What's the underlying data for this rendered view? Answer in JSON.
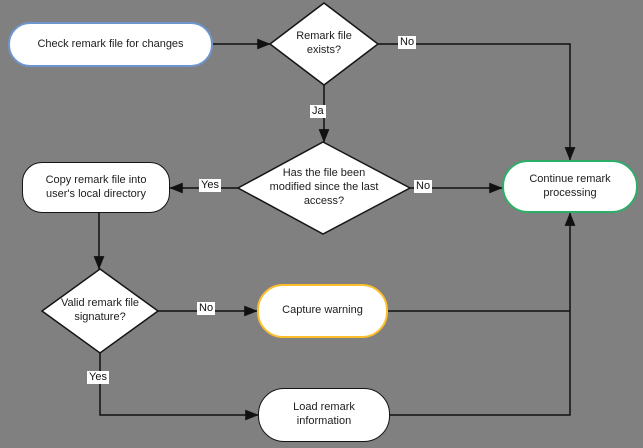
{
  "diagram": {
    "background_color": "#808080",
    "line_color": "#111111",
    "nodes": {
      "start": {
        "label": "Check remark file for changes",
        "type": "terminator",
        "border_color": "#6D96CE"
      },
      "remark_exists": {
        "label": "Remark file exists?",
        "type": "decision",
        "border_color": "#151515"
      },
      "modified_since": {
        "label": "Has the file been modified since the last access?",
        "type": "decision",
        "border_color": "#151515"
      },
      "copy_remark": {
        "label": "Copy remark file into user's local directory",
        "type": "process",
        "border_color": "#151515"
      },
      "valid_signature": {
        "label": "Valid remark file signature?",
        "type": "decision",
        "border_color": "#151515"
      },
      "capture_warning": {
        "label": "Capture warning",
        "type": "process",
        "border_color": "#FDBE2C"
      },
      "load_remark": {
        "label": "Load remark information",
        "type": "process",
        "border_color": "#151515"
      },
      "continue_processing": {
        "label": "Continue remark processing",
        "type": "terminator",
        "border_color": "#2EAD68"
      }
    },
    "edge_labels": {
      "remark_exists_no": "No",
      "remark_exists_ja": "Ja",
      "modified_yes": "Yes",
      "modified_no": "No",
      "signature_no": "No",
      "signature_yes": "Yes"
    }
  }
}
